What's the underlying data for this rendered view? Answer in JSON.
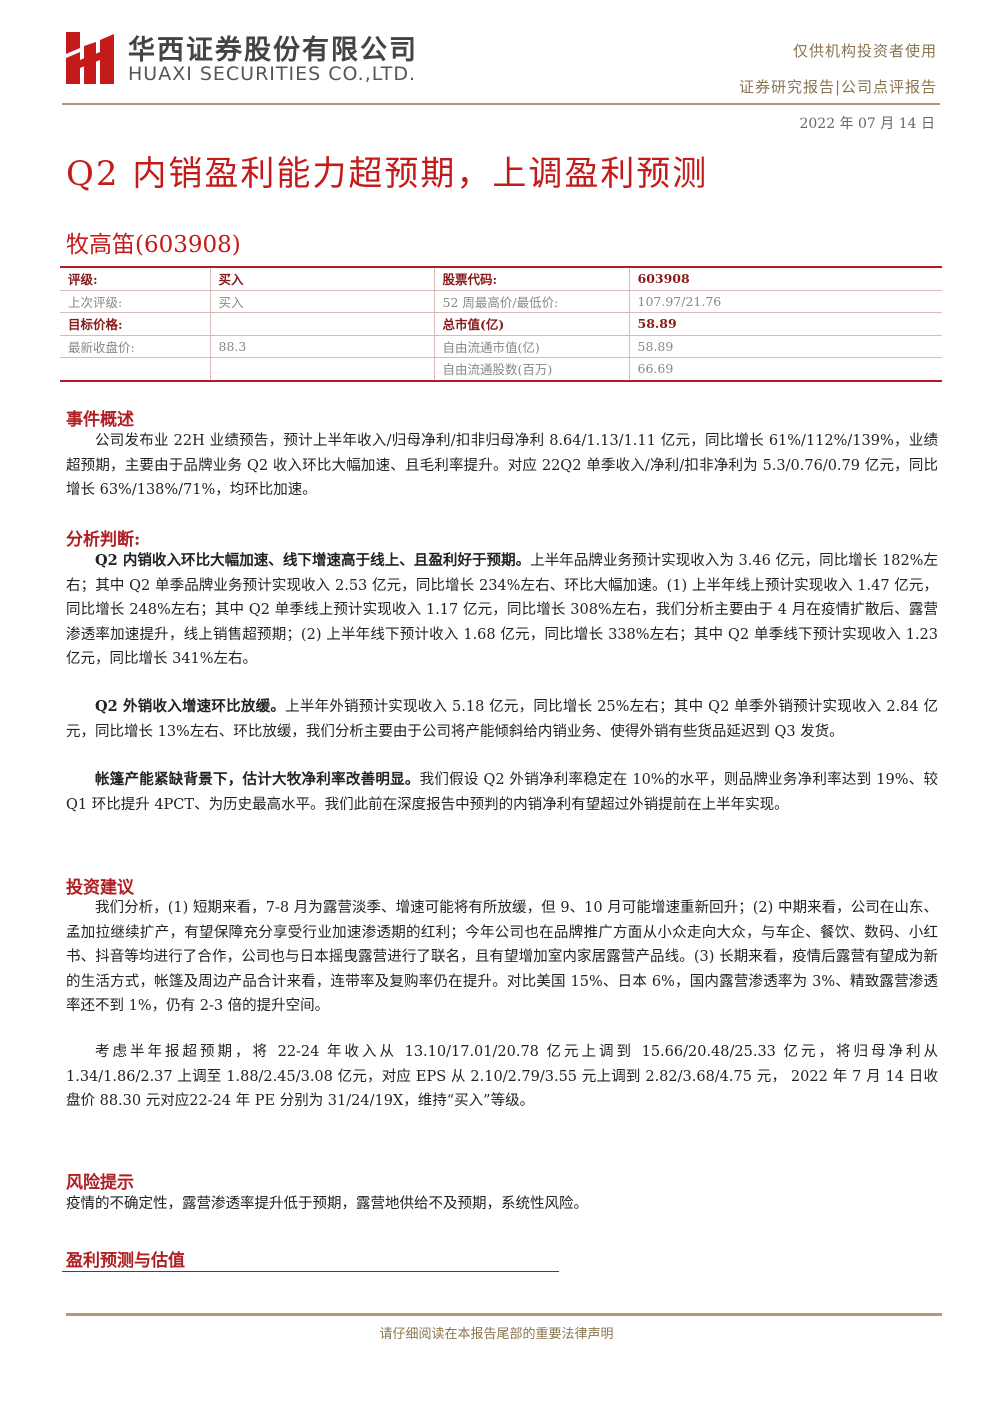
{
  "header": {
    "logo_cn": "华西证券股份有限公司",
    "logo_en": "HUAXI SECURITIES CO.,LTD.",
    "audience": "仅供机构投资者使用",
    "category": "证券研究报告|公司点评报告",
    "date": "2022 年 07 月 14 日"
  },
  "title": "Q2 内销盈利能力超预期，上调盈利预测",
  "company": "牧高笛(603908)",
  "info_table": {
    "rows": [
      [
        "评级:",
        "买入",
        "股票代码:",
        "603908"
      ],
      [
        "上次评级:",
        "买入",
        "52 周最高价/最低价:",
        "107.97/21.76"
      ],
      [
        "目标价格:",
        "",
        "总市值(亿)",
        "58.89"
      ],
      [
        "最新收盘价:",
        "88.3",
        "自由流通市值(亿)",
        "58.89"
      ],
      [
        "",
        "",
        "自由流通股数(百万)",
        "66.69"
      ]
    ]
  },
  "sections": {
    "event": {
      "heading": "事件概述",
      "text": "公司发布业 22H 业绩预告，预计上半年收入/归母净利/扣非归母净利 8.64/1.13/1.11 亿元，同比增长 61%/112%/139%，业绩超预期，主要由于品牌业务 Q2 收入环比大幅加速、且毛利率提升。对应 22Q2 单季收入/净利/扣非净利为 5.3/0.76/0.79 亿元，同比增长 63%/138%/71%，均环比加速。"
    },
    "analysis": {
      "heading": "分析判断:",
      "p1_bold": "Q2 内销收入环比大幅加速、线下增速高于线上、且盈利好于预期。",
      "p1_text": "上半年品牌业务预计实现收入为 3.46 亿元，同比增长 182%左右；其中 Q2 单季品牌业务预计实现收入 2.53 亿元，同比增长 234%左右、环比大幅加速。(1) 上半年线上预计实现收入 1.47 亿元，同比增长 248%左右；其中 Q2 单季线上预计实现收入 1.17 亿元，同比增长 308%左右，我们分析主要由于 4 月在疫情扩散后、露营渗透率加速提升，线上销售超预期；(2) 上半年线下预计收入 1.68 亿元，同比增长 338%左右；其中 Q2 单季线下预计实现收入 1.23 亿元，同比增长 341%左右。",
      "p2_bold": "Q2 外销收入增速环比放缓。",
      "p2_text": "上半年外销预计实现收入 5.18 亿元，同比增长 25%左右；其中 Q2 单季外销预计实现收入 2.84 亿元，同比增长 13%左右、环比放缓，我们分析主要由于公司将产能倾斜给内销业务、使得外销有些货品延迟到 Q3 发货。",
      "p3_bold": "帐篷产能紧缺背景下，估计大牧净利率改善明显。",
      "p3_text": "我们假设 Q2 外销净利率稳定在 10%的水平，则品牌业务净利率达到 19%、较 Q1 环比提升 4PCT、为历史最高水平。我们此前在深度报告中预判的内销净利有望超过外销提前在上半年实现。"
    },
    "invest": {
      "heading": "投资建议",
      "p1": "我们分析，(1) 短期来看，7-8 月为露营淡季、增速可能将有所放缓，但 9、10 月可能增速重新回升；(2) 中期来看，公司在山东、孟加拉继续扩产，有望保障充分享受行业加速渗透期的红利；今年公司也在品牌推广方面从小众走向大众，与车企、餐饮、数码、小红书、抖音等均进行了合作，公司也与日本摇曳露营进行了联名，且有望增加室内家居露营产品线。(3) 长期来看，疫情后露营有望成为新的生活方式，帐篷及周边产品合计来看，连带率及复购率仍在提升。对比美国 15%、日本 6%，国内露营渗透率为 3%、精致露营渗透率还不到 1%，仍有 2-3 倍的提升空间。",
      "p2": "考虑半年报超预期，将 22-24 年收入从 13.10/17.01/20.78 亿元上调到 15.66/20.48/25.33 亿元，将归母净利从 1.34/1.86/2.37 上调至 1.88/2.45/3.08 亿元，对应 EPS 从 2.10/2.79/3.55 元上调到 2.82/3.68/4.75 元， 2022 年 7 月 14 日收盘价 88.30 元对应22-24 年 PE 分别为 31/24/19X，维持“买入”等级。"
    },
    "risk": {
      "heading": "风险提示",
      "text": "疫情的不确定性，露营渗透率提升低于预期，露营地供给不及预期，系统性风险。"
    },
    "profit": {
      "heading": "盈利预测与估值"
    }
  },
  "footer": "请仔细阅读在本报告尾部的重要法律声明",
  "colors": {
    "brand_red": "#c41a1a",
    "gold": "#b09b6e"
  }
}
